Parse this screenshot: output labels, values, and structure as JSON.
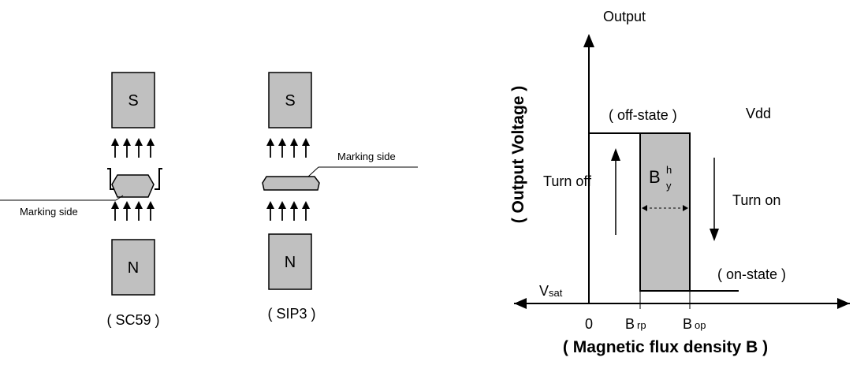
{
  "left_diagram": {
    "sc59": {
      "top_pole": "S",
      "bottom_pole": "N",
      "marking_label": "Marking side",
      "caption": "( SC59 )"
    },
    "sip3": {
      "top_pole": "S",
      "bottom_pole": "N",
      "marking_label": "Marking side",
      "caption": "( SIP3 )"
    }
  },
  "hysteresis_plot": {
    "y_axis_title": "Output",
    "y_axis_label": "( Output Voltage )",
    "x_axis_label": "( Magnetic flux density B )",
    "off_state": "( off-state )",
    "on_state": "( on-state )",
    "vdd": "Vdd",
    "vsat": {
      "main": "V",
      "sub": "sat"
    },
    "turn_off": "Turn off",
    "turn_on": "Turn on",
    "hysteresis": {
      "main": "B",
      "sup": "h",
      "sub": "y"
    },
    "x_ticks": {
      "zero": "0",
      "brp": {
        "main": "B",
        "sub": "rp"
      },
      "bop": {
        "main": "B",
        "sub": "op"
      }
    }
  },
  "colors": {
    "magnet_fill": "#c0c0c0",
    "band_fill": "#c0c0c0",
    "line": "#000000"
  }
}
